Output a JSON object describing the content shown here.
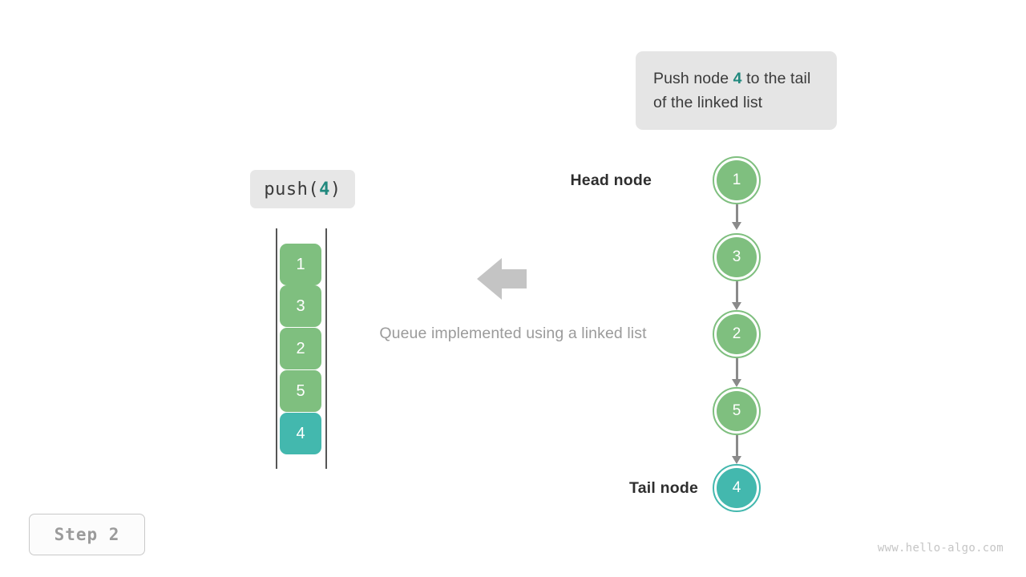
{
  "colors": {
    "green": "#7fbf7f",
    "teal": "#43b8ae",
    "highlight_text": "#21897e",
    "chip_bg": "#e5e5e5",
    "arrow_gray": "#8a8a8a",
    "caption_gray": "#9b9b9b"
  },
  "callout": {
    "prefix": "Push node ",
    "value": "4",
    "suffix": " to the tail of the linked list"
  },
  "operation": {
    "name": "push(",
    "arg": "4",
    "close": ")"
  },
  "queue": {
    "tiles": [
      {
        "value": "1",
        "style": "green"
      },
      {
        "value": "3",
        "style": "green"
      },
      {
        "value": "2",
        "style": "green"
      },
      {
        "value": "5",
        "style": "green"
      },
      {
        "value": "4",
        "style": "teal"
      }
    ]
  },
  "caption": "Queue implemented using a linked list",
  "big_arrow": {
    "direction": "left",
    "icon": "arrow-left-icon"
  },
  "linked_list": {
    "head_label": "Head node",
    "tail_label": "Tail node",
    "nodes": [
      {
        "value": "1",
        "style": "green"
      },
      {
        "value": "3",
        "style": "green"
      },
      {
        "value": "2",
        "style": "green"
      },
      {
        "value": "5",
        "style": "green"
      },
      {
        "value": "4",
        "style": "teal"
      }
    ]
  },
  "step_badge": "Step 2",
  "watermark": "www.hello-algo.com"
}
